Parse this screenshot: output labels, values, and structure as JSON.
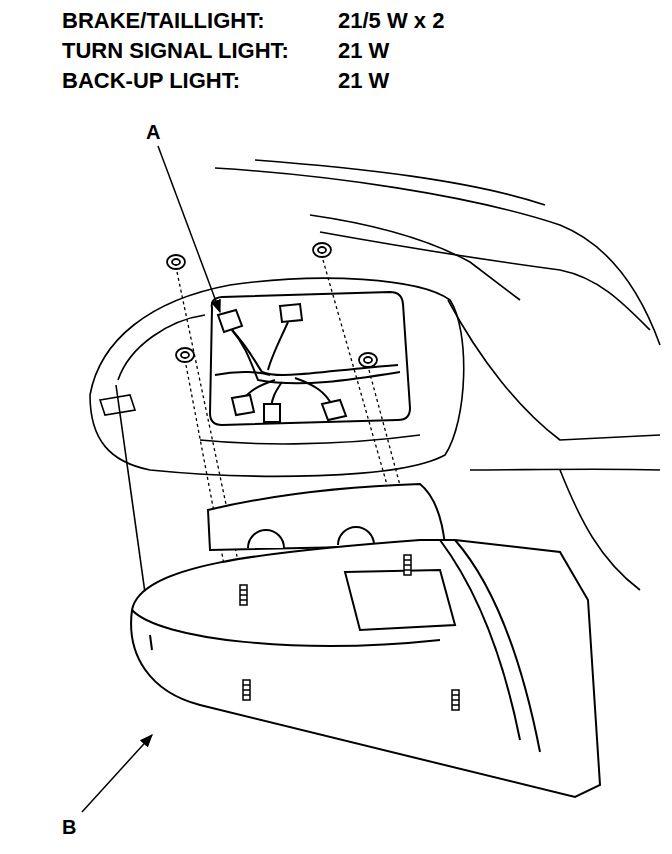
{
  "diagram": {
    "labels": [
      "BRAKE/TAILLIGHT:",
      "21/5 W x 2",
      "TURN SIGNAL LIGHT:",
      "21 W",
      "BACK-UP LIGHT:",
      "21 W",
      "A",
      "B"
    ]
  }
}
